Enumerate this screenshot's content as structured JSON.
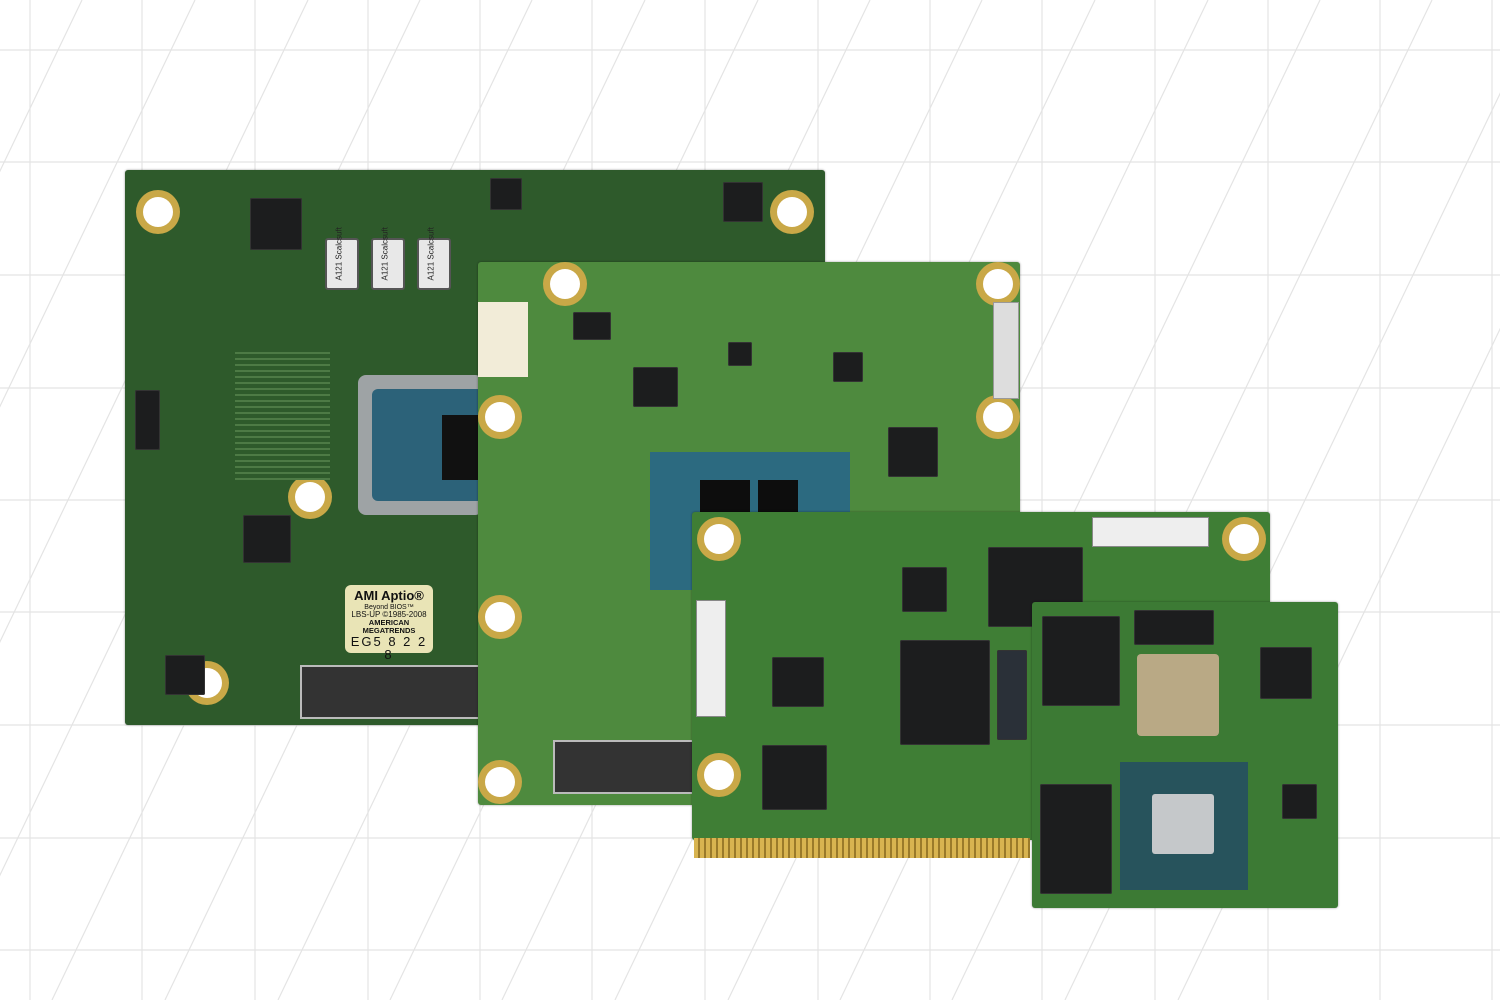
{
  "bios_label": {
    "brand": "AMI Aptio®",
    "tagline": "Beyond BIOS™",
    "copyright": "LBS-UP ©1985-2008",
    "company_line1": "AMERICAN",
    "company_line2": "MEGATRENDS",
    "serial": "EG5 8 2 2 8"
  },
  "inductor_label": "A121 Scalcsuft",
  "colors": {
    "background": "#ffffff",
    "grid_line": "#e4e4e4",
    "board_dark": "#2e5a2b",
    "board_mid": "#4e8a3e",
    "board_light": "#3f7e35",
    "gold": "#c9a847"
  }
}
